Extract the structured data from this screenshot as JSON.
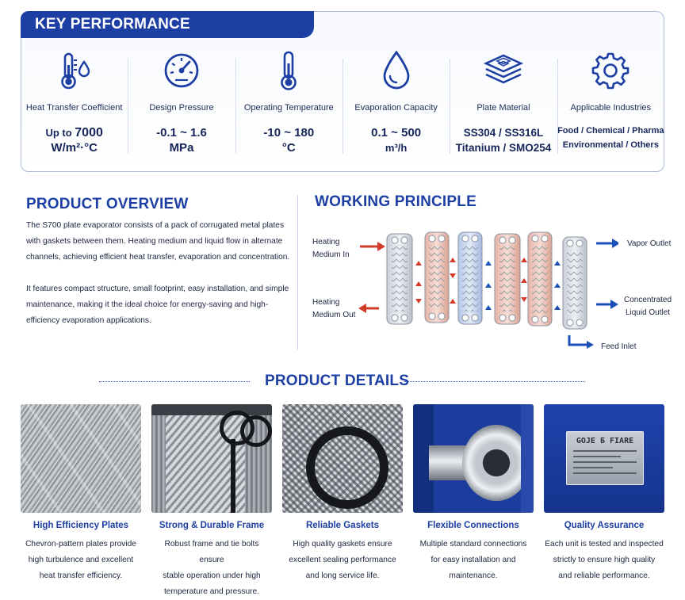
{
  "key_performance": {
    "title": "KEY PERFORMANCE",
    "items": [
      {
        "icon": "thermometer-droplet-icon",
        "label": "Heat Transfer Coefficient",
        "value_prefix": "Up to ",
        "value_main": "7000",
        "value_line2": "W/m²·°C"
      },
      {
        "icon": "pressure-gauge-icon",
        "label": "Design Pressure",
        "value_line1": "-0.1 ~ 1.6",
        "value_line2": "MPa"
      },
      {
        "icon": "thermometer-icon",
        "label": "Operating Temperature",
        "value_line1": "-10 ~ 180",
        "value_line2": "°C"
      },
      {
        "icon": "water-drop-icon",
        "label": "Evaporation Capacity",
        "value_line1": "0.1 ~ 500",
        "value_line2": "m³/h"
      },
      {
        "icon": "plate-stack-icon",
        "label": "Plate Material",
        "value_line1": "SS304 / SS316L",
        "value_line2": "Titanium / SMO254"
      },
      {
        "icon": "gear-icon",
        "label": "Applicable Industries",
        "value_line1": "Food / Chemical / Pharma",
        "value_line2": "Environmental / Others"
      }
    ]
  },
  "overview": {
    "title": "PRODUCT OVERVIEW",
    "paragraph1": "The S700 plate evaporator consists of a pack of corrugated metal plates with gaskets between them. Heating medium and liquid flow in alternate channels, achieving efficient heat transfer, evaporation and concentration.",
    "paragraph2": "It features compact structure, small footprint, easy installation, and simple maintenance, making it the ideal choice for energy-saving and high-efficiency evaporation applications."
  },
  "working_principle": {
    "title": "WORKING PRINCIPLE",
    "heating_in": [
      "Heating",
      "Medium In"
    ],
    "heating_out": [
      "Heating",
      "Medium Out"
    ],
    "vapor_outlet": "Vapor Outlet",
    "concentrated_outlet": [
      "Concentrated",
      "Liquid Outlet"
    ],
    "feed_inlet": "Feed Inlet",
    "colors": {
      "hot": "#d33a2a",
      "cold": "#1d4fb8"
    }
  },
  "details": {
    "title": "PRODUCT DETAILS",
    "cards": [
      {
        "title": "High Efficiency Plates",
        "desc": [
          "Chevron-pattern plates provide",
          "high turbulence and excellent",
          "heat transfer efficiency."
        ]
      },
      {
        "title": "Strong & Durable Frame",
        "desc": [
          "Robust frame and tie bolts ensure",
          "stable operation under high",
          "temperature and pressure."
        ]
      },
      {
        "title": "Reliable Gaskets",
        "desc": [
          "High quality gaskets ensure",
          "excellent sealing performance",
          "and long service life."
        ]
      },
      {
        "title": "Flexible Connections",
        "desc": [
          "Multiple standard connections",
          "for easy installation and",
          "maintenance."
        ]
      },
      {
        "title": "Quality Assurance",
        "desc": [
          "Each unit is tested and inspected",
          "strictly to ensure high quality",
          "and reliable performance."
        ]
      }
    ],
    "nameplate_text": "GOJE Б FIARE"
  },
  "colors": {
    "brand": "#1d3fa3",
    "accent_line": "#2a58c8"
  }
}
